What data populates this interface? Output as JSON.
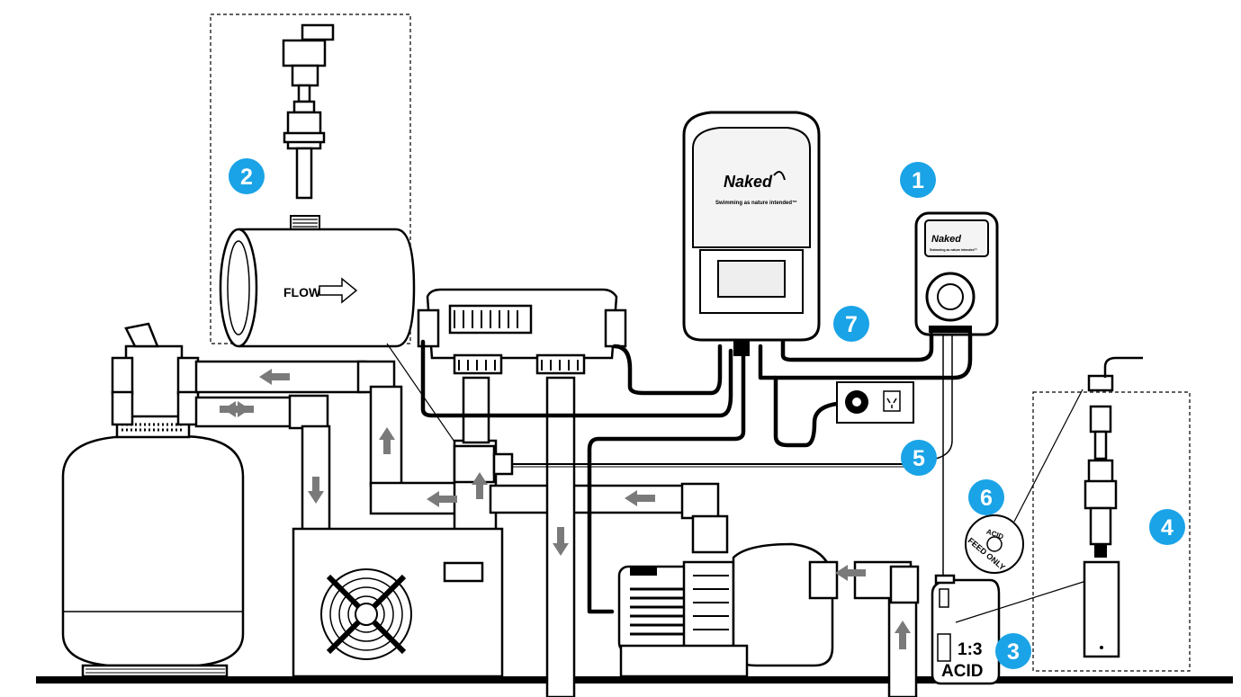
{
  "colors": {
    "badge": "#1aa3e6",
    "arrow": "#7a7a7a",
    "line": "#000000",
    "brand": "#1a1a1a"
  },
  "badges": [
    {
      "number": "1",
      "icon": "numbered-callout"
    },
    {
      "number": "2",
      "icon": "numbered-callout"
    },
    {
      "number": "3",
      "icon": "numbered-callout"
    },
    {
      "number": "4",
      "icon": "numbered-callout"
    },
    {
      "number": "5",
      "icon": "numbered-callout"
    },
    {
      "number": "6",
      "icon": "numbered-callout"
    },
    {
      "number": "7",
      "icon": "numbered-callout"
    }
  ],
  "labels": {
    "flow": "FLOW",
    "ratio": "1:3",
    "acid": "ACID",
    "cap_top": "ACID",
    "cap_bottom": "FEED ONLY",
    "controller_brand": "Naked",
    "controller_tagline": "Swimming as nature intended™",
    "pump_brand": "Naked",
    "pump_tagline": "Swimming as nature intended™"
  },
  "icons": {
    "fan": "fan-grille-icon",
    "power_outlet": "power-outlet-icon",
    "flow_arrows": "flow-direction-arrow-icon",
    "brand_mark": "naked-logo-icon"
  }
}
